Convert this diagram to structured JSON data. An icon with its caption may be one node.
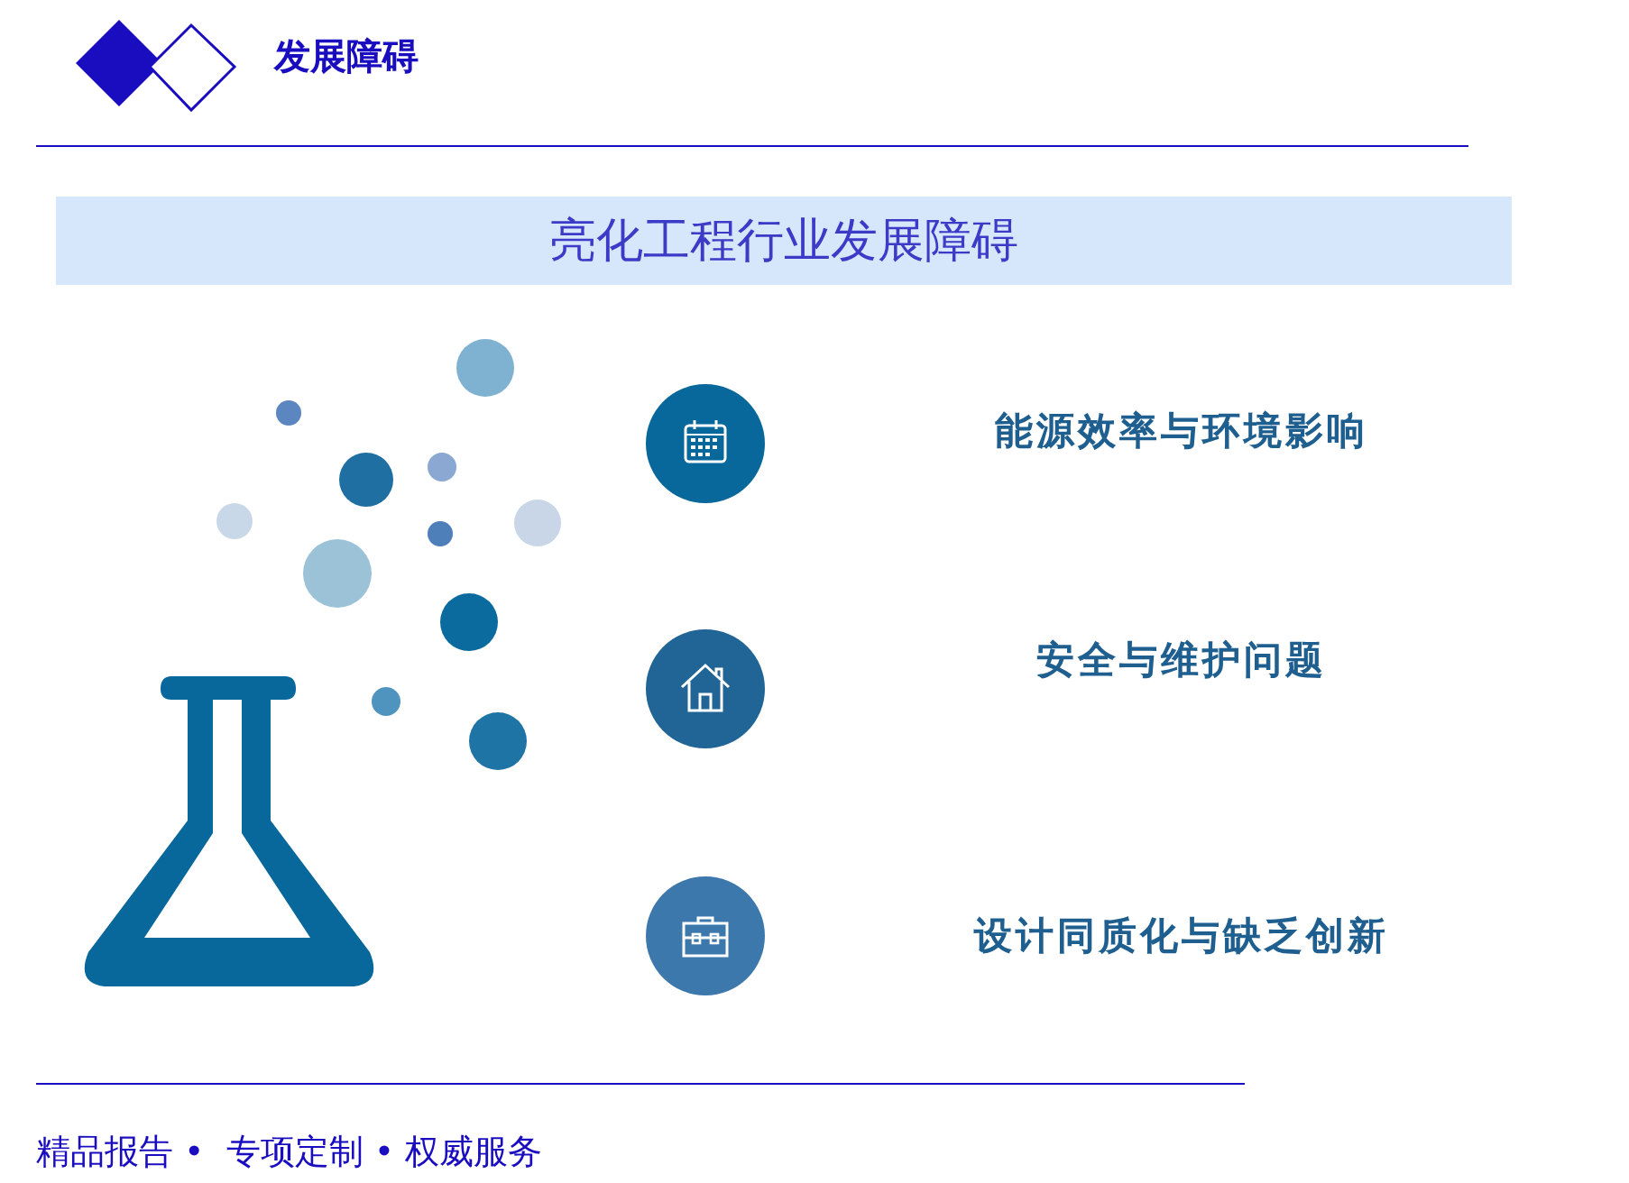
{
  "diagram": {
    "title": "发展障碍",
    "nodes": [
      {
        "text": [
          "亮化工程行业发展障碍"
        ]
      },
      {
        "text": [],
        "shape": "circle"
      },
      {
        "text": [],
        "shape": "circle"
      },
      {
        "text": [],
        "shape": "circle"
      }
    ],
    "edges": [],
    "labels": [
      "能源效率与环境影响",
      "安全与维护问题",
      "设计同质化与缺乏创新",
      "精品报告 •  专项定制 • 权威服务"
    ]
  }
}
